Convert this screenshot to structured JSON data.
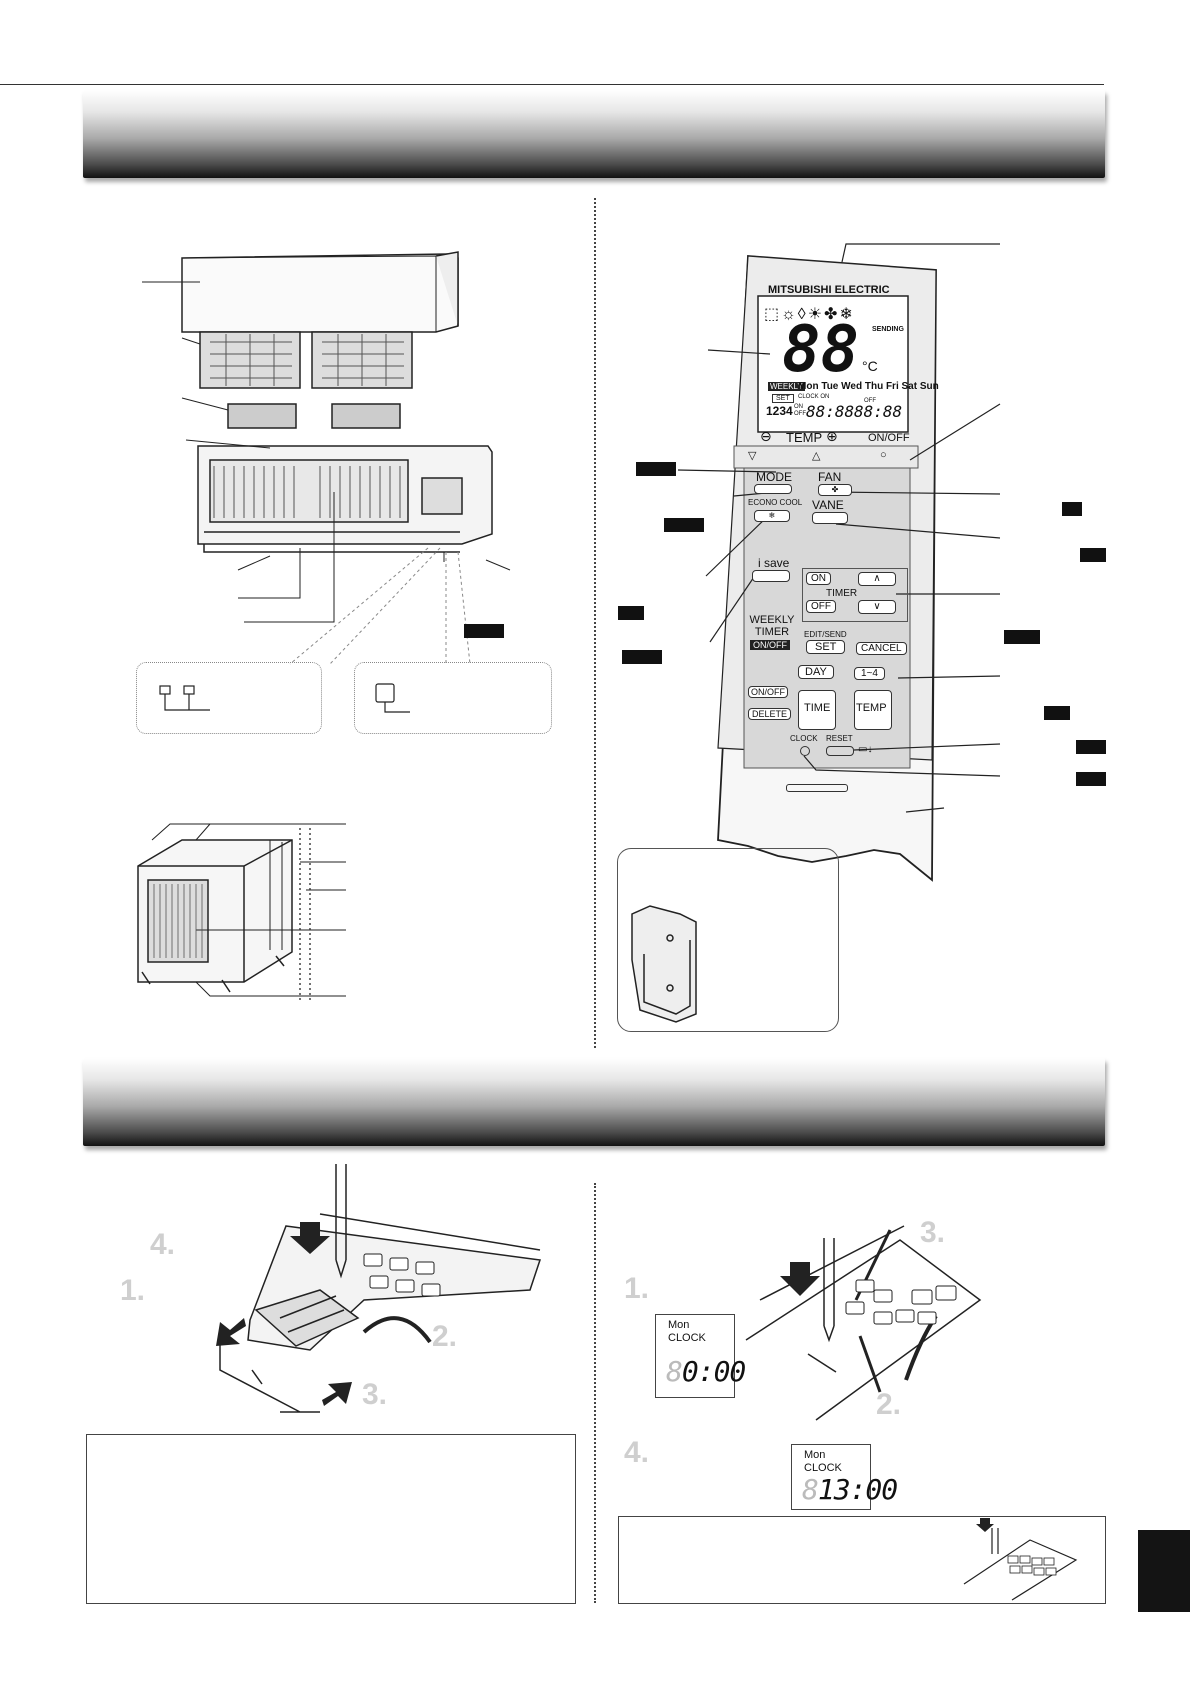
{
  "remote": {
    "brand": "MITSUBISHI ELECTRIC",
    "lcd": {
      "temp_digits": "88",
      "unit": "°C",
      "sending": "SENDING",
      "weekly_badge": "WEEKLY",
      "days": "Mon Tue Wed Thu Fri Sat Sun",
      "set_badge": "SET",
      "clock_on": "CLOCK ON",
      "off_label": "OFF",
      "slots": "1234",
      "on_off": "ON OFF",
      "time_a": "88:88",
      "time_b": "88:88"
    },
    "buttons": {
      "temp": "TEMP",
      "on_off": "ON/OFF",
      "mode": "MODE",
      "fan": "FAN",
      "econo_cool": "ECONO COOL",
      "vane": "VANE",
      "i_save": "i save",
      "timer_on": "ON",
      "timer": "TIMER",
      "timer_off": "OFF",
      "weekly_timer": "WEEKLY TIMER",
      "weekly_on_off": "ON/OFF",
      "edit_send": "EDIT/SEND",
      "set": "SET",
      "cancel": "CANCEL",
      "day": "DAY",
      "one_to_four": "1~4",
      "on_off_2": "ON/OFF",
      "delete": "DELETE",
      "time": "TIME",
      "temp_2": "TEMP",
      "clock": "CLOCK",
      "reset": "RESET"
    }
  },
  "battery_steps": {
    "s1": "1.",
    "s2": "2.",
    "s3": "3.",
    "s4": "4."
  },
  "clock_steps": {
    "s1": "1.",
    "s2": "2.",
    "s3": "3.",
    "s4": "4."
  },
  "clock_display_1": {
    "day": "Mon",
    "label": "CLOCK",
    "time": "0:00",
    "dim_digit": "8"
  },
  "clock_display_2": {
    "day": "Mon",
    "label": "CLOCK",
    "time": "13:00",
    "dim_digit": "8"
  },
  "colors": {
    "banner_dark": "#111111",
    "tab": "#141414",
    "step_grey": "#cfcfcf"
  }
}
